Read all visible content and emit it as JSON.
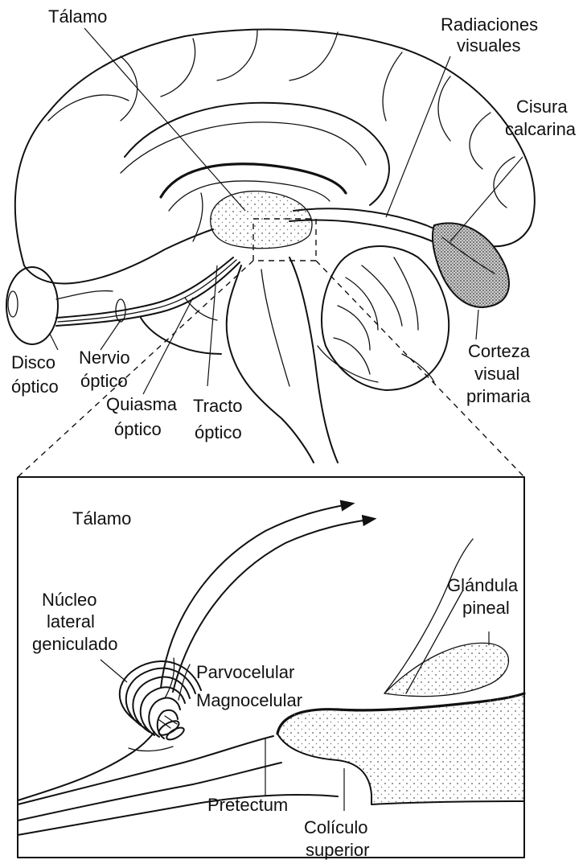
{
  "upper_labels": {
    "talamo": "Tálamo",
    "radiaciones": [
      "Radiaciones",
      "visuales"
    ],
    "cisura": [
      "Cisura",
      "calcarina"
    ],
    "disco": [
      "Disco",
      "óptico"
    ],
    "nervio": [
      "Nervio",
      "óptico"
    ],
    "quiasma": [
      "Quiasma",
      "óptico"
    ],
    "tracto": [
      "Tracto",
      "óptico"
    ],
    "corteza": [
      "Corteza",
      "visual",
      "primaria"
    ]
  },
  "inset_labels": {
    "talamo": "Tálamo",
    "nucleo": [
      "Núcleo",
      "lateral",
      "geniculado"
    ],
    "glandula": [
      "Glándula",
      "pineal"
    ],
    "parvo": "Parvocelular",
    "magno": "Magnocelular",
    "pretectum": "Pretectum",
    "coliculo": [
      "Colículo",
      "superior"
    ]
  }
}
